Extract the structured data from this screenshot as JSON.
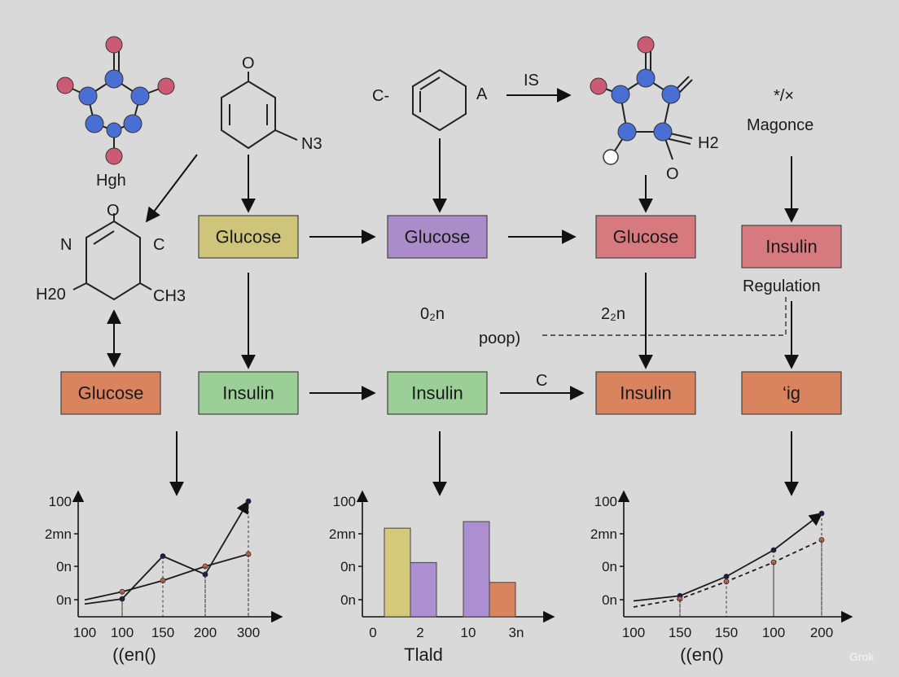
{
  "molecules": {
    "m1_label": "Hgh",
    "m2_o": "O",
    "m2_n3": "N3",
    "m3_c": "C-",
    "m3_a": "A",
    "m4_h2": "H2",
    "m4_o": "O",
    "m5_o": "O",
    "m5_n": "N",
    "m5_c": "C",
    "m5_h2o": "H20",
    "m5_ch3": "CH3"
  },
  "top_labels": {
    "is": "IS",
    "symbol": "*/×",
    "magonce": "Magonce"
  },
  "boxes": [
    {
      "id": "glucose-yellow",
      "label": "Glucose",
      "color": "#cfc57a"
    },
    {
      "id": "glucose-purple",
      "label": "Glucose",
      "color": "#a98cc8"
    },
    {
      "id": "glucose-red",
      "label": "Glucose",
      "color": "#d77a80"
    },
    {
      "id": "insulin-red",
      "label": "Insulin",
      "color": "#d77a80"
    },
    {
      "id": "glucose-orange",
      "label": "Glucose",
      "color": "#d9845e"
    },
    {
      "id": "insulin-green-1",
      "label": "Insulin",
      "color": "#9ccf98"
    },
    {
      "id": "insulin-green-2",
      "label": "Insulin",
      "color": "#9ccf98"
    },
    {
      "id": "insulin-orange",
      "label": "Insulin",
      "color": "#d9845e"
    },
    {
      "id": "ig-orange",
      "label": "‘ig",
      "color": "#d9845e"
    }
  ],
  "annotations": {
    "regulation": "Regulation",
    "o2n": "0₂n",
    "t2n": "2₂n",
    "poop": "poop)",
    "c": "C"
  },
  "chart_data": [
    {
      "type": "line",
      "x": [
        "100",
        "100",
        "150",
        "200",
        "300"
      ],
      "series": [
        {
          "values": [
            0.15,
            0.4,
            2.5,
            1.6,
            5.2
          ],
          "color": "#1a1a1a"
        },
        {
          "values": [
            0.35,
            0.75,
            1.3,
            2.0,
            2.6
          ],
          "color": "#1a1a1a"
        }
      ],
      "yticks": [
        "100",
        "2mn",
        "0n",
        "0n"
      ],
      "xlabel": "((en()"
    },
    {
      "type": "bar",
      "xticks": [
        "0",
        "2",
        "10",
        "3n"
      ],
      "yticks": [
        "100",
        "2mn",
        "0n",
        "0n"
      ],
      "bars": [
        {
          "value": 3.35,
          "color": "#d4c97a"
        },
        {
          "value": 2.05,
          "color": "#ab8fd0"
        },
        {
          "value": 3.6,
          "color": "#ab8fd0"
        },
        {
          "value": 1.3,
          "color": "#d9845e"
        }
      ],
      "xlabel": "Tlald"
    },
    {
      "type": "line",
      "x": [
        "100",
        "150",
        "150",
        "100",
        "200"
      ],
      "series": [
        {
          "values": [
            0.3,
            0.55,
            1.5,
            2.8,
            4.6
          ],
          "color": "#1a1a1a"
        },
        {
          "values": [
            0.0,
            0.4,
            1.25,
            2.2,
            3.3
          ],
          "color": "#1a1a1a",
          "dashed": true
        }
      ],
      "yticks": [
        "100",
        "2mn",
        "0n",
        "0n"
      ],
      "xlabel": "((en()"
    }
  ],
  "watermark": "Grok"
}
